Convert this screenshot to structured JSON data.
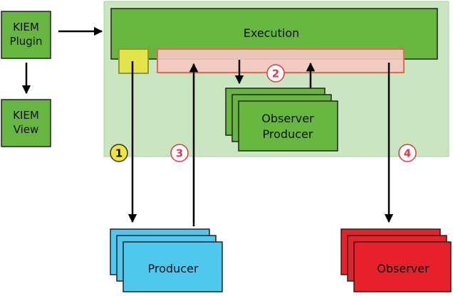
{
  "boxes": {
    "kiem_plugin": [
      "KIEM",
      "Plugin"
    ],
    "kiem_view": [
      "KIEM",
      "View"
    ],
    "execution": "Execution",
    "observer_producer": [
      "Observer",
      "Producer"
    ],
    "producer": "Producer",
    "observer": "Observer"
  },
  "steps": {
    "step1": "1",
    "step2": "2",
    "step3": "3",
    "step4": "4"
  },
  "colors": {
    "green": "#66b640",
    "light_green_area": "#c9e6c1",
    "yellow": "#e4e44a",
    "pink": "#f4c9c0",
    "red_border": "#e8694f",
    "blue": "#4fc8ef",
    "red": "#e8202a"
  }
}
